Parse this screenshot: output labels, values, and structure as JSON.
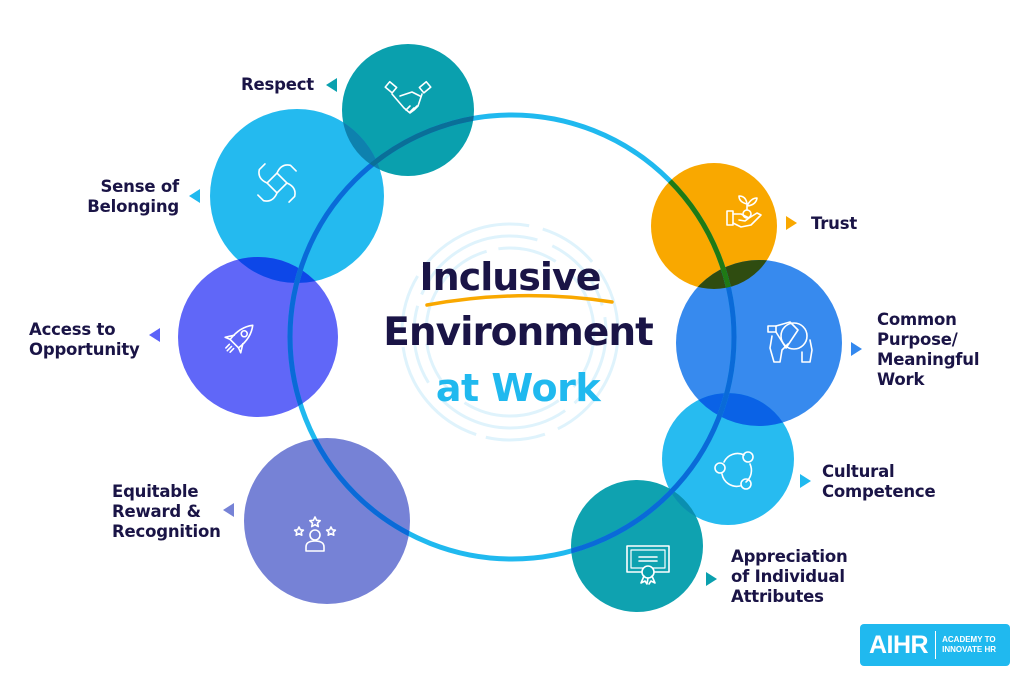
{
  "title": {
    "line1": "Inclusive",
    "line2": "Environment",
    "line3": "at Work"
  },
  "colors": {
    "navy": "#1a1446",
    "cyan": "#20b9ef",
    "teal": "#0aa0ae",
    "orange": "#f9a800",
    "blue": "#3388ee",
    "violet": "#5b62f8",
    "periwinkle": "#7682d6"
  },
  "elements": [
    {
      "id": "respect",
      "lines": [
        "Respect"
      ],
      "icon": "handshake-icon",
      "color": "#0aa0ae"
    },
    {
      "id": "belonging",
      "lines": [
        "Sense of",
        "Belonging"
      ],
      "icon": "joined-hands-icon",
      "color": "#20b9ef"
    },
    {
      "id": "access",
      "lines": [
        "Access to",
        "Opportunity"
      ],
      "icon": "rocket-icon",
      "color": "#5b62f8"
    },
    {
      "id": "equitable",
      "lines": [
        "Equitable",
        "Reward &",
        "Recognition"
      ],
      "icon": "person-stars-icon",
      "color": "#7682d6"
    },
    {
      "id": "trust",
      "lines": [
        "Trust"
      ],
      "icon": "hand-plant-icon",
      "color": "#f9a800"
    },
    {
      "id": "purpose",
      "lines": [
        "Common",
        "Purpose/",
        "Meaningful",
        "Work"
      ],
      "icon": "hands-globe-icon",
      "color": "#3388ee"
    },
    {
      "id": "cultural",
      "lines": [
        "Cultural",
        "Competence"
      ],
      "icon": "network-cycle-icon",
      "color": "#20b9ef"
    },
    {
      "id": "appreciation",
      "lines": [
        "Appreciation",
        "of Individual",
        "Attributes"
      ],
      "icon": "certificate-icon",
      "color": "#0aa0ae"
    }
  ],
  "logo": {
    "mark": "AIHR",
    "line1": "ACADEMY TO",
    "line2": "INNOVATE HR"
  }
}
